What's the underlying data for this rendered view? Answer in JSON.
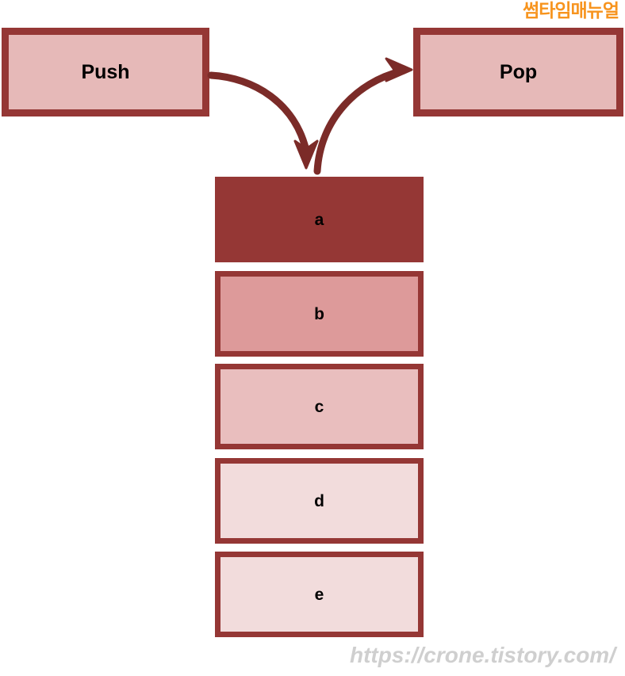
{
  "logo": {
    "text": "썸타임매뉴얼",
    "color": "#F7941E"
  },
  "operations": [
    {
      "id": "push",
      "label": "Push",
      "fill": "#e6b9b8",
      "border": "#953735"
    },
    {
      "id": "pop",
      "label": "Pop",
      "fill": "#e6b9b8",
      "border": "#953735"
    }
  ],
  "arrows": [
    {
      "name": "push-arrow",
      "from": "push",
      "to": "stack-top",
      "direction": "down"
    },
    {
      "name": "pop-arrow",
      "from": "stack-top",
      "to": "pop",
      "direction": "up-right"
    }
  ],
  "stack": {
    "title": "stack",
    "cells": [
      {
        "label": "a",
        "fill": "#953735",
        "border": "#953735"
      },
      {
        "label": "b",
        "fill": "#dd9a9a",
        "border": "#953735"
      },
      {
        "label": "c",
        "fill": "#e9bebe",
        "border": "#953735"
      },
      {
        "label": "d",
        "fill": "#f2dcdc",
        "border": "#953735"
      },
      {
        "label": "e",
        "fill": "#f2dcdc",
        "border": "#953735"
      }
    ]
  },
  "watermark": {
    "text": "https://crone.tistory.com/",
    "color": "#cfcfcf"
  },
  "theme": {
    "background": "#ffffff",
    "accent": "#953735",
    "arrow_color": "#7b2b28",
    "text_color": "#000000"
  }
}
